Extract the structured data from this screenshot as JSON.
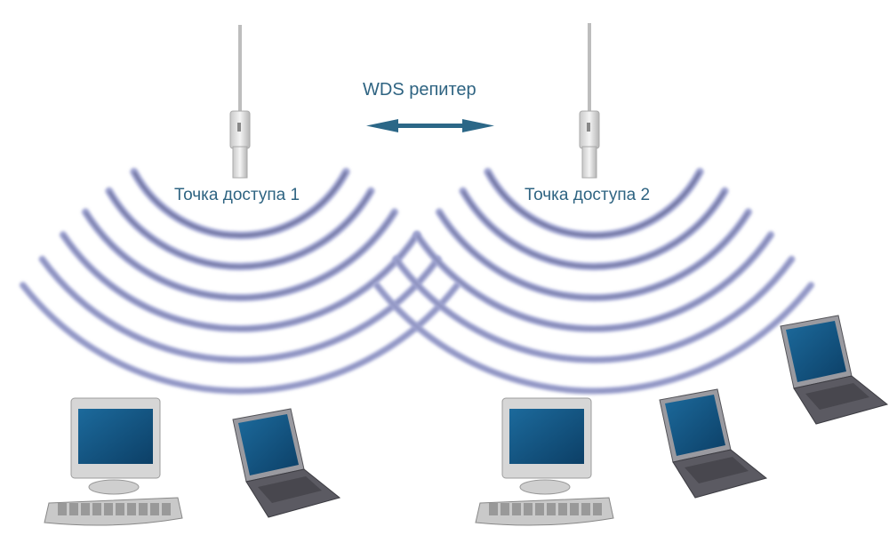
{
  "title": "WDS репитер",
  "access_points": [
    {
      "label": "Точка доступа 1"
    },
    {
      "label": "Точка доступа 2"
    }
  ],
  "colors": {
    "text": "#2f6482",
    "arrow": "#2b6787",
    "wave": "#9ea3d0",
    "wave_dark": "#3f4470",
    "screen": "#17608f"
  }
}
